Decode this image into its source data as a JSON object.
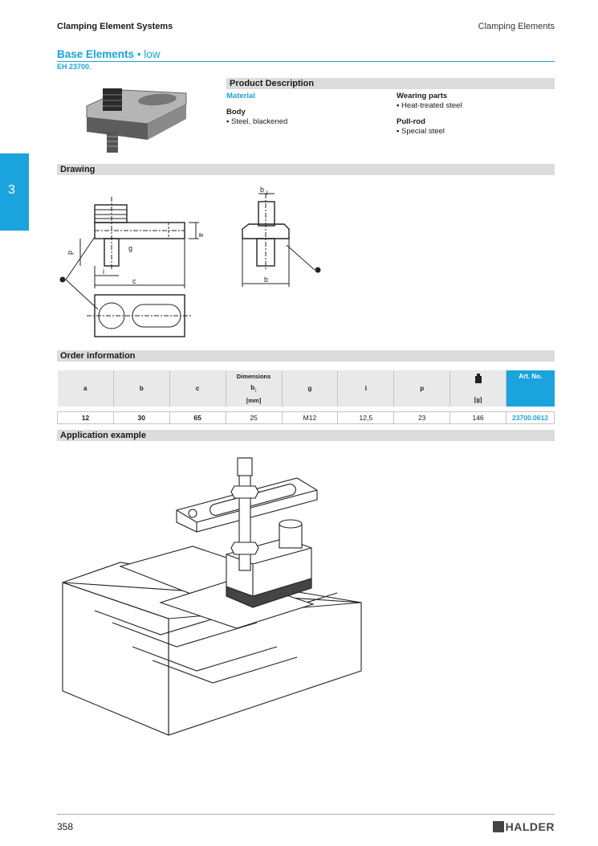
{
  "header": {
    "left": "Clamping Element Systems",
    "right": "Clamping Elements"
  },
  "title": {
    "main": "Base Elements",
    "suffix": "• low",
    "code": "EH 23700."
  },
  "side_tab": "3",
  "product_description": {
    "heading": "Product Description",
    "material_label": "Material",
    "body_label": "Body",
    "body_item": "Steel, blackened",
    "wearing_label": "Wearing parts",
    "wearing_item": "Heat-treated steel",
    "pullrod_label": "Pull-rod",
    "pullrod_item": "Special steel"
  },
  "drawing": {
    "heading": "Drawing",
    "labels": {
      "b1": "b",
      "b1_sub": "1",
      "a": "a",
      "p": "p",
      "g": "g",
      "i": "i",
      "c": "c",
      "b": "b"
    }
  },
  "order": {
    "heading": "Order information",
    "dimensions_label": "Dimensions",
    "unit_mm": "[mm]",
    "unit_g": "[g]",
    "art_no_label": "Art. No.",
    "columns": [
      "a",
      "b",
      "c",
      "b",
      "g",
      "i",
      "p"
    ],
    "b1_sub": "1",
    "row": {
      "a": "12",
      "b": "30",
      "c": "65",
      "b1": "25",
      "g": "M12",
      "i": "12,5",
      "p": "23",
      "weight": "146",
      "art": "23700.0612"
    }
  },
  "application": {
    "heading": "Application example"
  },
  "footer": {
    "page": "358",
    "logo": "HALDER"
  }
}
